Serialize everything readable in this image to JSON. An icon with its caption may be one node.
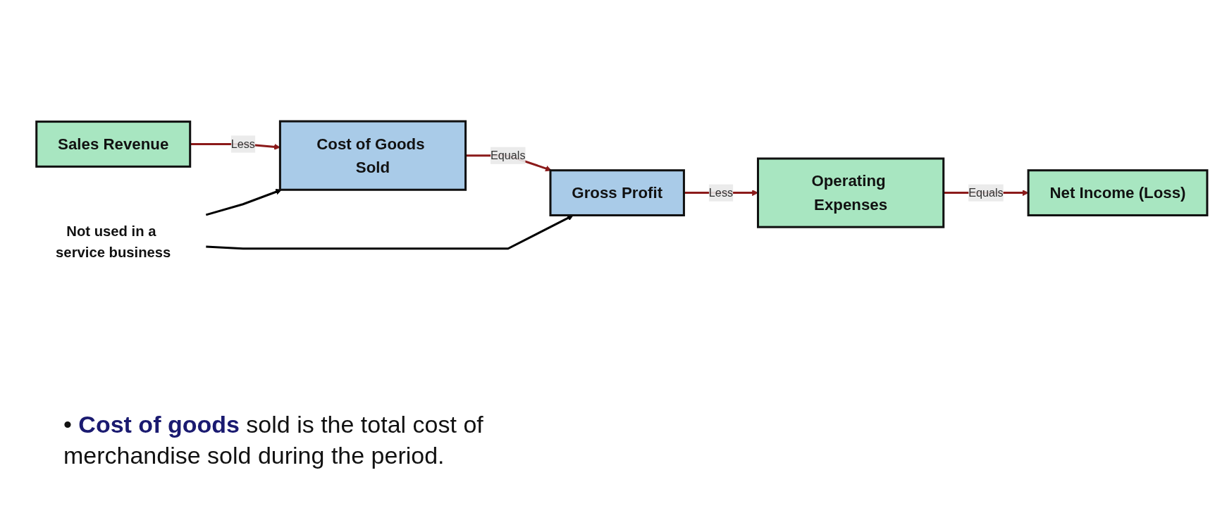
{
  "diagram": {
    "nodes": [
      {
        "text": [
          "Sales Revenue"
        ]
      },
      {
        "text": [
          "Cost of Goods Sold"
        ]
      },
      {
        "text": [
          "Gross Profit"
        ]
      },
      {
        "text": [
          "Operating Expenses"
        ]
      },
      {
        "text": [
          "Net Income (Loss)"
        ]
      },
      {
        "text": [
          "Not used in a service business"
        ]
      }
    ],
    "edges": [
      {
        "from": 0,
        "to": 1,
        "arrow": "to",
        "label": "Less"
      },
      {
        "from": 1,
        "to": 2,
        "arrow": "to",
        "label": "Equals"
      },
      {
        "from": 2,
        "to": 3,
        "arrow": "to",
        "label": "Less"
      },
      {
        "from": 3,
        "to": 4,
        "arrow": "to",
        "label": "Equals"
      },
      {
        "from": 5,
        "to": 1,
        "arrow": "to",
        "color": "#000000"
      },
      {
        "from": 5,
        "to": 2,
        "arrow": "to",
        "color": "#000000"
      }
    ],
    "labels": [
      "• **Cost of goods** sold is the total cost of merchandise sold during the period."
    ]
  }
}
